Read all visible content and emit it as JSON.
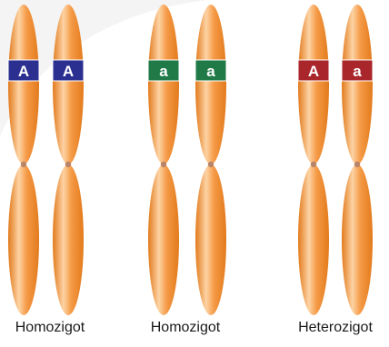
{
  "colors": {
    "chromosome_fill": "#f59a46",
    "chromosome_highlight": "#fdd3a4",
    "chromosome_shade": "#e27a1c",
    "centromere": "#b9856a",
    "allele_A_dominant_band": "#2b2f8f",
    "allele_a_recessive_band": "#1f7a47",
    "allele_heterozygous_band": "#a9262b",
    "band_text": "#ffffff",
    "background_arc": "#f4f4f4"
  },
  "groups": [
    {
      "label": "Homozigot",
      "chromosomes": [
        {
          "allele": "A",
          "band_color": "#2b2f8f"
        },
        {
          "allele": "A",
          "band_color": "#2b2f8f"
        }
      ]
    },
    {
      "label": "Homozigot",
      "chromosomes": [
        {
          "allele": "a",
          "band_color": "#1f7a47"
        },
        {
          "allele": "a",
          "band_color": "#1f7a47"
        }
      ]
    },
    {
      "label": "Heterozigot",
      "chromosomes": [
        {
          "allele": "A",
          "band_color": "#a9262b"
        },
        {
          "allele": "a",
          "band_color": "#a9262b"
        }
      ]
    }
  ]
}
